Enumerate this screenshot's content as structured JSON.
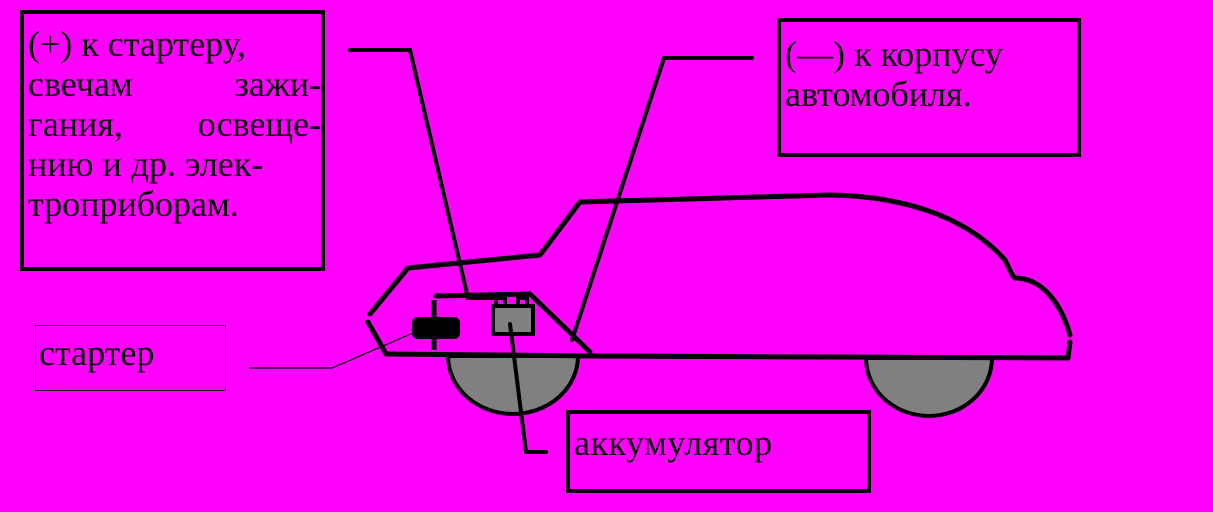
{
  "diagram": {
    "labels": {
      "plus": {
        "lines": [
          "(+) к стартеру,",
          [
            "свечам",
            "зажи-"
          ],
          [
            "гания,",
            "освеще-"
          ],
          "нию и др. элек-",
          "троприборам."
        ]
      },
      "minus": {
        "lines": [
          "(—) к корпусу",
          "автомобиля."
        ]
      },
      "starter": "стартер",
      "battery": "аккумулятор"
    }
  },
  "colors": {
    "background": "#ff00ff",
    "outline": "#000000",
    "wheel": "#808080"
  },
  "icons": {
    "car": "car-outline-icon",
    "starter": "starter-motor-icon",
    "battery": "battery-icon"
  }
}
